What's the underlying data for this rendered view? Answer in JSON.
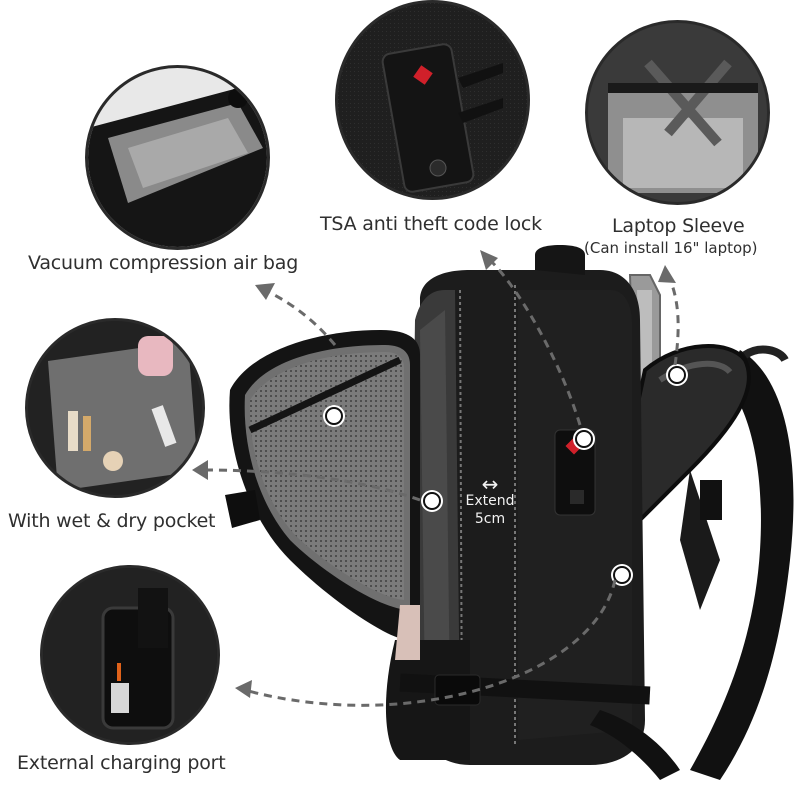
{
  "features": [
    {
      "id": "vacuum",
      "label": "Vacuum compression air bag"
    },
    {
      "id": "tsa",
      "label": "TSA anti theft code lock"
    },
    {
      "id": "laptop",
      "label": "Laptop Sleeve",
      "sublabel": "(Can install 16\" laptop)"
    },
    {
      "id": "pocket",
      "label": "With wet & dry pocket"
    },
    {
      "id": "charging",
      "label": "External charging port"
    }
  ],
  "dimension": {
    "arrow": "↔",
    "line1": "Extend",
    "line2": "5cm"
  },
  "colors": {
    "bag": "#1c1c1c",
    "bag_panel": "#2b2b2b",
    "mesh": "#6f6f6f",
    "laptop": "#9a9a9a",
    "text": "#2f2f2f",
    "arrow": "#6a6a6a",
    "lock_badge": "#d0202a"
  }
}
